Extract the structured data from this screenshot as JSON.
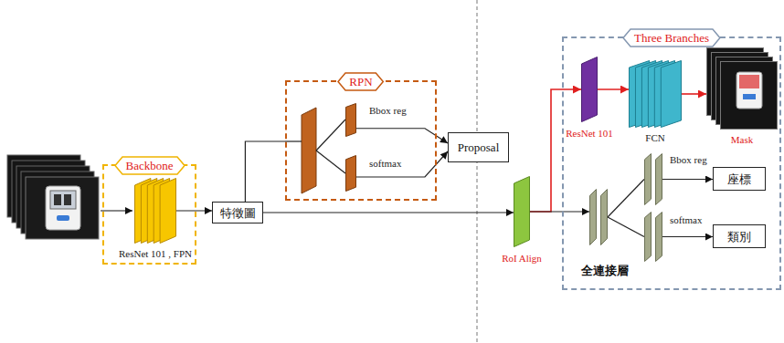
{
  "diagram": {
    "nodes": [
      {
        "text": [
          "Backbone"
        ]
      },
      {
        "text": [
          "ResNet 101 , FPN"
        ],
        "in": 0
      },
      {
        "text": [
          "特徵圖"
        ]
      },
      {
        "text": [
          "RPN"
        ]
      },
      {
        "text": [
          "Bbox reg"
        ],
        "in": 3
      },
      {
        "text": [
          "softmax"
        ],
        "in": 3
      },
      {
        "text": [
          "Proposal"
        ]
      },
      {
        "text": [
          "RoI Align"
        ]
      },
      {
        "text": [
          "Three Branches"
        ]
      },
      {
        "text": [
          "ResNet 101"
        ],
        "in": 8
      },
      {
        "text": [
          "FCN"
        ],
        "in": 8
      },
      {
        "text": [
          "Mask"
        ],
        "in": 8
      },
      {
        "text": [
          "全連接層"
        ],
        "in": 8
      },
      {
        "text": [
          "Bbox reg"
        ],
        "in": 8
      },
      {
        "text": [
          "softmax"
        ],
        "in": 8
      },
      {
        "text": [
          "座標"
        ],
        "in": 8
      },
      {
        "text": [
          "類別"
        ],
        "in": 8
      }
    ],
    "edges": [
      {
        "from": 1,
        "to": 2,
        "arrow": "to"
      },
      {
        "from": 2,
        "to": 3,
        "arrow": "none"
      },
      {
        "from": 4,
        "to": 6,
        "arrow": "to"
      },
      {
        "from": 5,
        "to": 6,
        "arrow": "to"
      },
      {
        "from": 2,
        "to": 7,
        "arrow": "to"
      },
      {
        "from": 7,
        "to": 9,
        "arrow": "to"
      },
      {
        "from": 9,
        "to": 10,
        "arrow": "to"
      },
      {
        "from": 10,
        "to": 11,
        "arrow": "to"
      },
      {
        "from": 7,
        "to": 12,
        "arrow": "to"
      },
      {
        "from": 12,
        "to": 13,
        "arrow": "none"
      },
      {
        "from": 12,
        "to": 14,
        "arrow": "none"
      },
      {
        "from": 13,
        "to": 15,
        "arrow": "to"
      },
      {
        "from": 14,
        "to": 16,
        "arrow": "to"
      }
    ]
  }
}
